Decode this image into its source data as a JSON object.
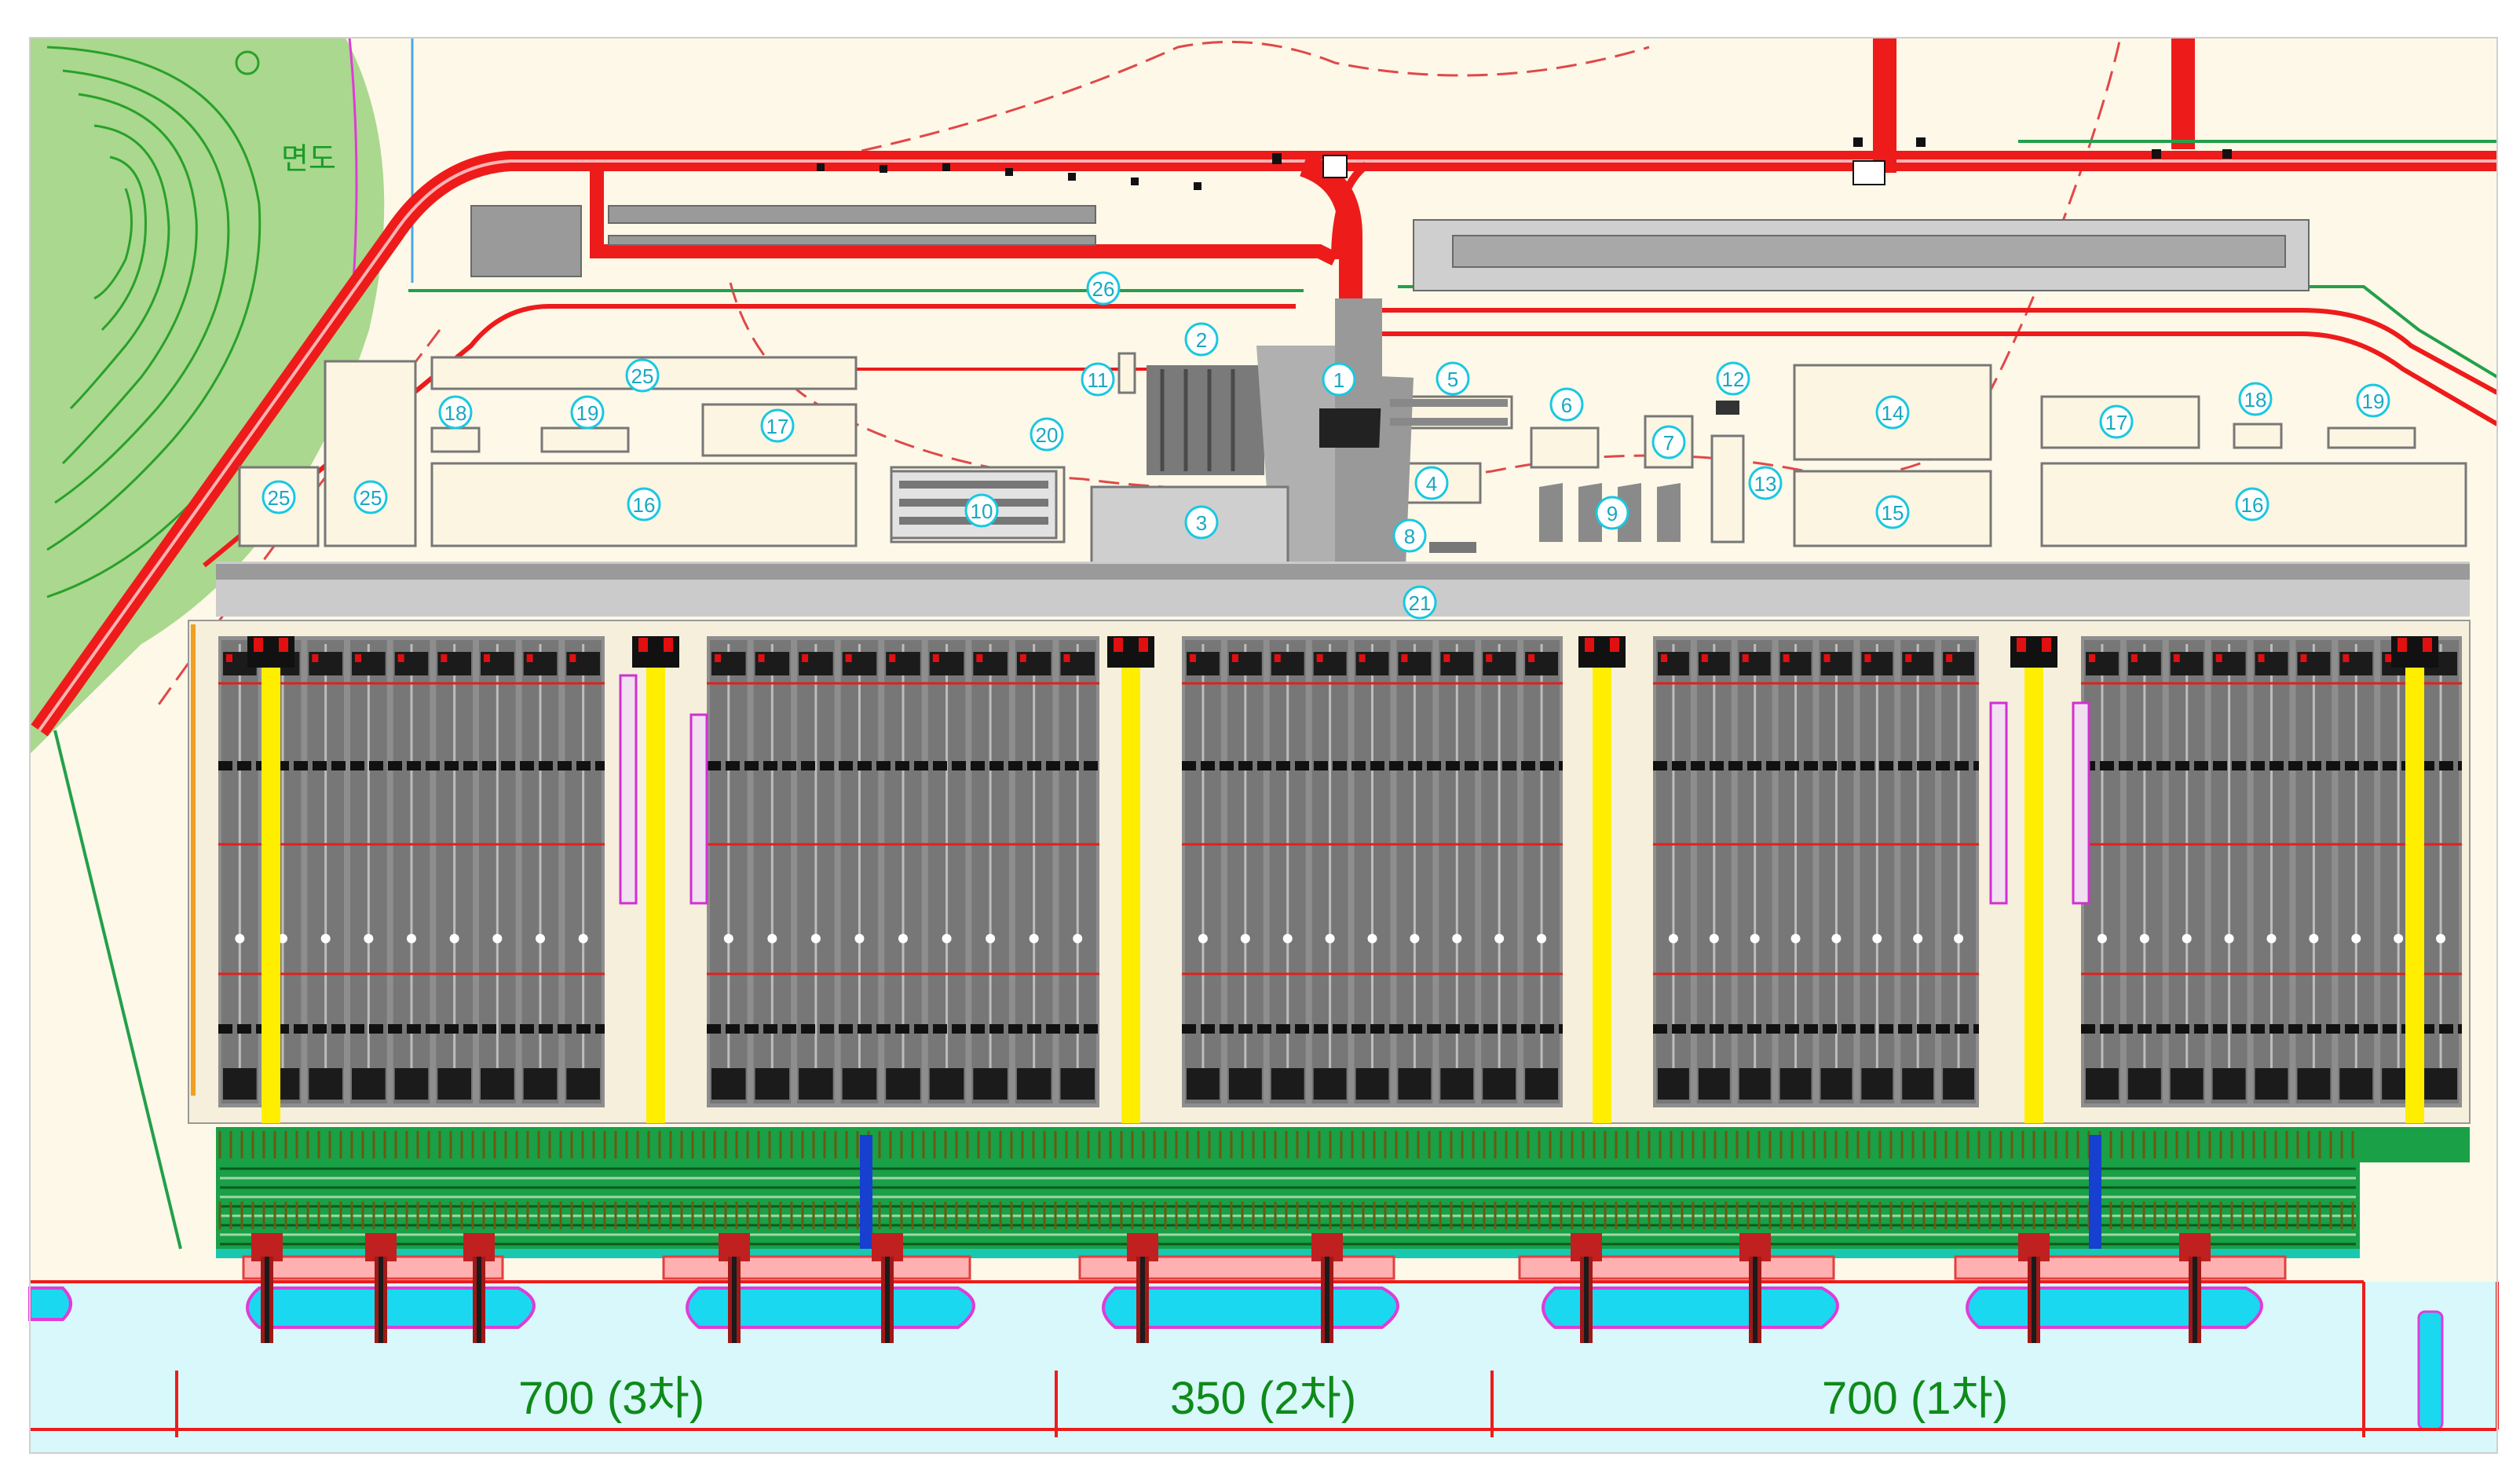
{
  "map_label": "면도",
  "numbered_markers": [
    {
      "key": "1",
      "text": "1"
    },
    {
      "key": "2",
      "text": "2"
    },
    {
      "key": "3",
      "text": "3"
    },
    {
      "key": "4",
      "text": "4"
    },
    {
      "key": "5",
      "text": "5"
    },
    {
      "key": "6",
      "text": "6"
    },
    {
      "key": "7",
      "text": "7"
    },
    {
      "key": "8",
      "text": "8"
    },
    {
      "key": "9",
      "text": "9"
    },
    {
      "key": "10",
      "text": "10"
    },
    {
      "key": "11",
      "text": "11"
    },
    {
      "key": "12",
      "text": "12"
    },
    {
      "key": "13",
      "text": "13"
    },
    {
      "key": "14",
      "text": "14"
    },
    {
      "key": "15",
      "text": "15"
    },
    {
      "key": "16a",
      "text": "16"
    },
    {
      "key": "16b",
      "text": "16"
    },
    {
      "key": "17a",
      "text": "17"
    },
    {
      "key": "17b",
      "text": "17"
    },
    {
      "key": "18a",
      "text": "18"
    },
    {
      "key": "18b",
      "text": "18"
    },
    {
      "key": "19a",
      "text": "19"
    },
    {
      "key": "19b",
      "text": "19"
    },
    {
      "key": "20",
      "text": "20"
    },
    {
      "key": "21",
      "text": "21"
    },
    {
      "key": "25a",
      "text": "25"
    },
    {
      "key": "25b",
      "text": "25"
    },
    {
      "key": "25c",
      "text": "25"
    },
    {
      "key": "26",
      "text": "26"
    }
  ],
  "berth_segments": [
    {
      "label": "700 (3차)"
    },
    {
      "label": "350 (2차)"
    },
    {
      "label": "700 (1차)"
    }
  ],
  "colors": {
    "background": "#fdf8e8",
    "road": "#ee1b1b",
    "yard": "#8c8c8c",
    "crane_rail": "#ffee00",
    "water": "#d8f8fb",
    "vessel": "#ff7fe0",
    "marker": "#19c8e0",
    "quay_green": "#1aa046",
    "contour": "#2aa02a"
  }
}
